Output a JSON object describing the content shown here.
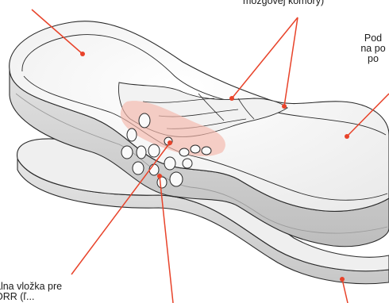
{
  "labels": {
    "top_right": [
      "mozgovej komory)"
    ],
    "right": [
      "Pod",
      "na po",
      "po"
    ],
    "bottom_left": [
      "álna vložka pre",
      "ORR (ľ..."
    ]
  },
  "colors": {
    "leader_line": "#e8432a",
    "highlight": "#f4b7aa",
    "outline": "#2a2a2a",
    "pillow_top": "#f7f7f7",
    "pillow_side": "#d4d4d4",
    "base_top": "#efefef",
    "base_side": "#d8d8d8"
  }
}
